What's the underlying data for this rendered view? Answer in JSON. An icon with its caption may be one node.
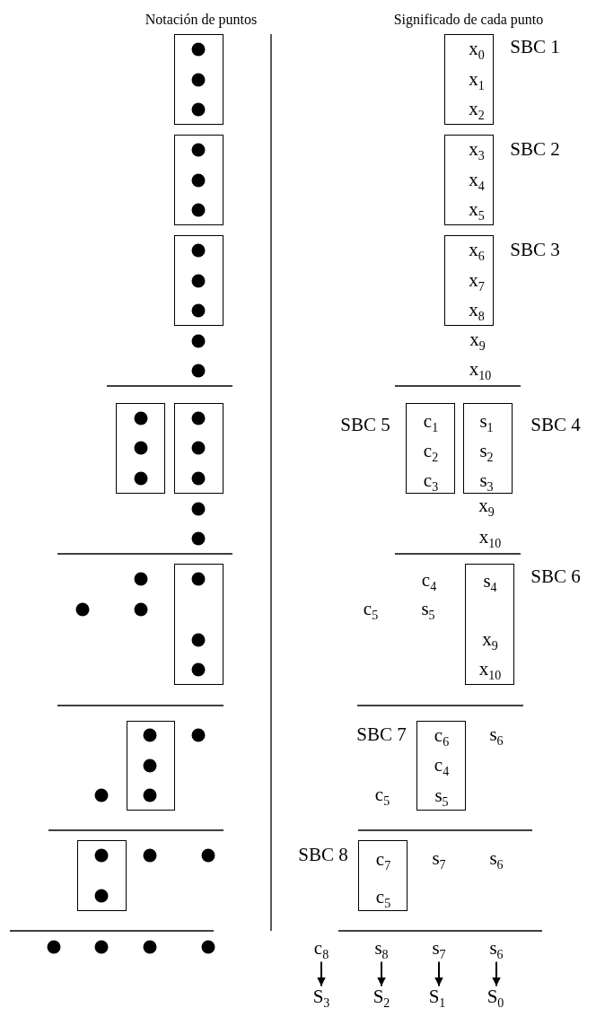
{
  "diagram": {
    "nodes": [
      {
        "text": [],
        "shape": "box"
      },
      {
        "text": [],
        "shape": "box"
      },
      {
        "text": [],
        "shape": "box"
      },
      {
        "text": [],
        "shape": "box"
      },
      {
        "text": [],
        "shape": "box"
      },
      {
        "text": [],
        "shape": "box"
      },
      {
        "text": [],
        "shape": "box"
      },
      {
        "text": [],
        "shape": "box"
      },
      {
        "text": [
          "x$_{0}$",
          "x$_{1}$",
          "x$_{2}$"
        ],
        "beside": [
          "SBC 1"
        ]
      },
      {
        "text": [
          "x$_{3}$",
          "x$_{4}$",
          "x$_{5}$"
        ],
        "beside": [
          "SBC 2"
        ]
      },
      {
        "text": [
          "x$_{6}$",
          "x$_{7}$",
          "x$_{8}$"
        ],
        "beside": [
          "SBC 3"
        ]
      },
      {
        "text": [
          "c$_{1}$",
          "c$_{2}$",
          "c$_{3}$"
        ],
        "beside": [
          "SBC 5"
        ]
      },
      {
        "text": [
          "s$_{1}$",
          "s$_{2}$",
          "s$_{3}$"
        ],
        "beside": [
          "SBC 4"
        ]
      },
      {
        "text": [
          "s$_{4}$",
          "x$_{9}$",
          "x$_{10}$"
        ],
        "beside": [
          "SBC 6"
        ]
      },
      {
        "text": [
          "c$_{6}$",
          "c$_{4}$",
          "s$_{5}$"
        ],
        "beside": [
          "SBC 7"
        ]
      },
      {
        "text": [
          "c$_{7}$",
          "c$_{5}$"
        ],
        "beside": [
          "SBC 8"
        ]
      },
      {
        "text": [
          "c$_{8}$"
        ]
      },
      {
        "text": [
          "s$_{8}$"
        ]
      },
      {
        "text": [
          "s$_{7}$"
        ]
      },
      {
        "text": [
          "s$_{6}$"
        ]
      },
      {
        "text": [
          "S$_{3}$"
        ]
      },
      {
        "text": [
          "S$_{2}$"
        ]
      },
      {
        "text": [
          "S$_{1}$"
        ]
      },
      {
        "text": [
          "S$_{0}$"
        ]
      }
    ],
    "edges": [
      {
        "from": 16,
        "to": 20,
        "arrow": "to"
      },
      {
        "from": 17,
        "to": 21,
        "arrow": "to"
      },
      {
        "from": 18,
        "to": 22,
        "arrow": "to"
      },
      {
        "from": 19,
        "to": 23,
        "arrow": "to"
      }
    ],
    "labels": [
      "Notación de puntos",
      "Significado de cada punto",
      "x$_{9}$",
      "x$_{10}$",
      "x$_{9}$",
      "x$_{10}$",
      "c$_{4}$",
      "c$_{5}$",
      "s$_{5}$",
      "s$_{6}$",
      "c$_{5}$",
      "s$_{7}$",
      "s$_{6}$"
    ]
  }
}
